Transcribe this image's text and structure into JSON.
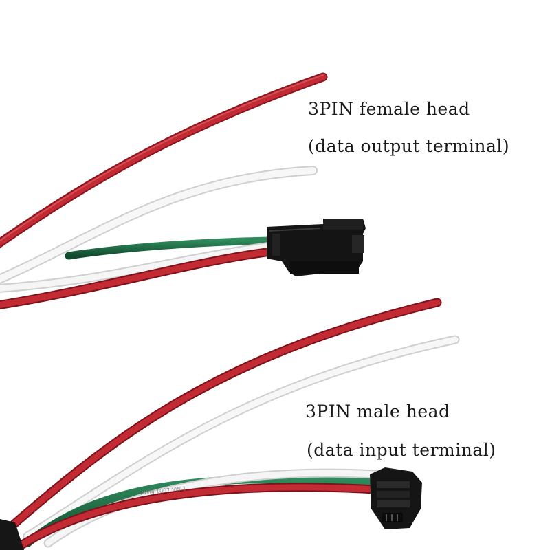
{
  "female_connector": {
    "title": "3PIN female head",
    "subtitle": "(data output terminal)"
  },
  "male_connector": {
    "title": "3PIN male head",
    "subtitle": "(data input terminal)"
  },
  "colors": {
    "red_wire": "#b3202a",
    "white_wire": "#f2f2f2",
    "green_wire": "#1d6b45",
    "connector_body": "#141414",
    "background": "#ffffff"
  }
}
